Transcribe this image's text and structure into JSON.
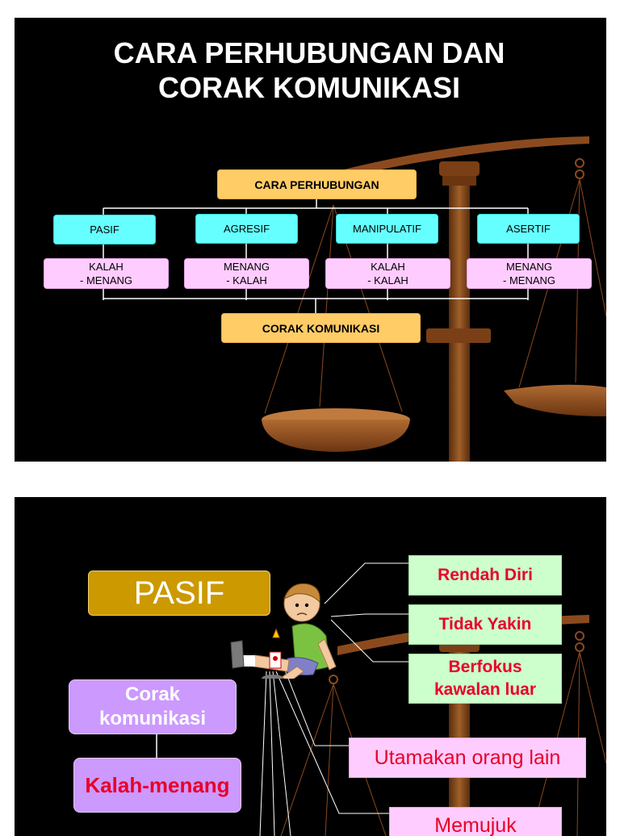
{
  "slide1": {
    "title_line1": "CARA PERHUBUNGAN DAN",
    "title_line2": "CORAK KOMUNIKASI",
    "top_node": "CARA PERHUBUNGAN",
    "bottom_node": "CORAK KOMUNIKASI",
    "types": [
      {
        "label": "PASIF",
        "result_line1": "KALAH",
        "result_line2": "- MENANG"
      },
      {
        "label": "AGRESIF",
        "result_line1": "MENANG",
        "result_line2": "- KALAH"
      },
      {
        "label": "MANIPULATIF",
        "result_line1": "KALAH",
        "result_line2": "- KALAH"
      },
      {
        "label": "ASERTIF",
        "result_line1": "MENANG",
        "result_line2": "- MENANG"
      }
    ]
  },
  "slide2": {
    "heading": "PASIF",
    "corak_line1": "Corak",
    "corak_line2": "komunikasi",
    "result": "Kalah-menang",
    "traits": [
      {
        "line1": "Rendah Diri",
        "line2": ""
      },
      {
        "line1": "Tidak Yakin",
        "line2": ""
      },
      {
        "line1": "Berfokus",
        "line2": "kawalan luar"
      }
    ],
    "behaviours": [
      "Utamakan orang lain",
      "Memujuk"
    ]
  },
  "colors": {
    "background": "#000000",
    "top_node": "#ffcc66",
    "type_node": "#66ffff",
    "result_node": "#ffccff",
    "pasif_heading": "#cc9900",
    "corak_box": "#cc99ff",
    "trait_box": "#ccffcc",
    "highlight_text": "#e8002a",
    "scale_wood": "#8b4a1e"
  },
  "icons": [
    "balance-scale-icon",
    "injured-boy-illustration"
  ]
}
